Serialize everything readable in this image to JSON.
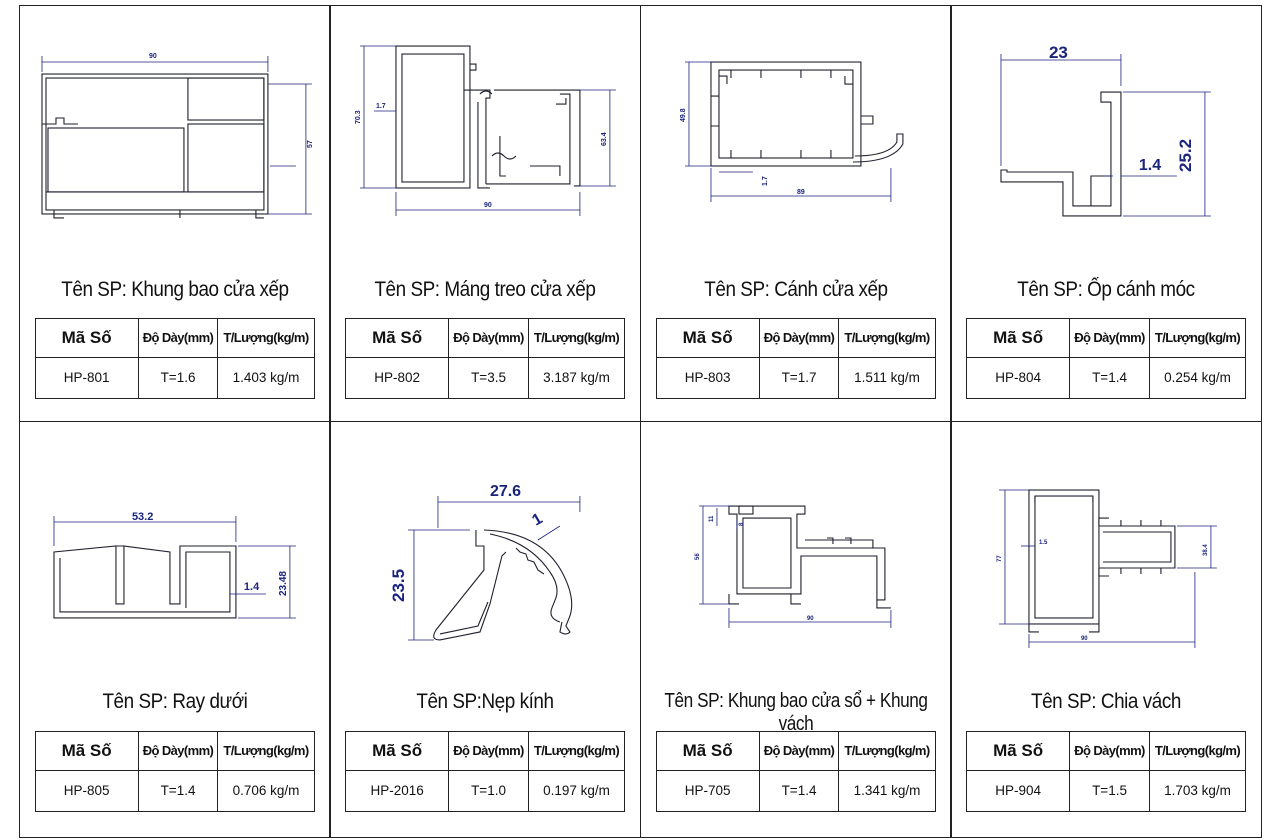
{
  "headers": {
    "code": "Mã Số",
    "thickness": "Độ Dày(mm)",
    "weight": "T/Lượng(kg/m)"
  },
  "products": [
    {
      "title": "Tên SP: Khung bao cửa xếp",
      "code": "HP-801",
      "thickness": "T=1.6",
      "weight": "1.403 kg/m",
      "dims": [
        "90",
        "57"
      ]
    },
    {
      "title": "Tên SP: Máng treo cửa xếp",
      "code": "HP-802",
      "thickness": "T=3.5",
      "weight": "3.187 kg/m",
      "dims": [
        "70.3",
        "1.7",
        "63.4",
        "90"
      ]
    },
    {
      "title": "Tên SP: Cánh cửa xếp",
      "code": "HP-803",
      "thickness": "T=1.7",
      "weight": "1.511 kg/m",
      "dims": [
        "49.8",
        "1.7",
        "89"
      ]
    },
    {
      "title": "Tên SP: Ốp cánh móc",
      "code": "HP-804",
      "thickness": "T=1.4",
      "weight": "0.254 kg/m",
      "dims": [
        "23",
        "25.2",
        "1.4"
      ]
    },
    {
      "title": "Tên SP: Ray dưới",
      "code": "HP-805",
      "thickness": "T=1.4",
      "weight": "0.706 kg/m",
      "dims": [
        "53.2",
        "1.4",
        "23.48"
      ]
    },
    {
      "title": "Tên SP:Nẹp kính",
      "code": "HP-2016",
      "thickness": "T=1.0",
      "weight": "0.197 kg/m",
      "dims": [
        "27.6",
        "1",
        "23.5"
      ]
    },
    {
      "title": "Tên SP: Khung bao cửa sổ + Khung vách",
      "code": "HP-705",
      "thickness": "T=1.4",
      "weight": "1.341 kg/m",
      "dims": [
        "11",
        "8",
        "56",
        "90"
      ]
    },
    {
      "title": "Tên SP: Chia vách",
      "code": "HP-904",
      "thickness": "T=1.5",
      "weight": "1.703 kg/m",
      "dims": [
        "77",
        "1.5",
        "38.4",
        "90"
      ]
    }
  ]
}
